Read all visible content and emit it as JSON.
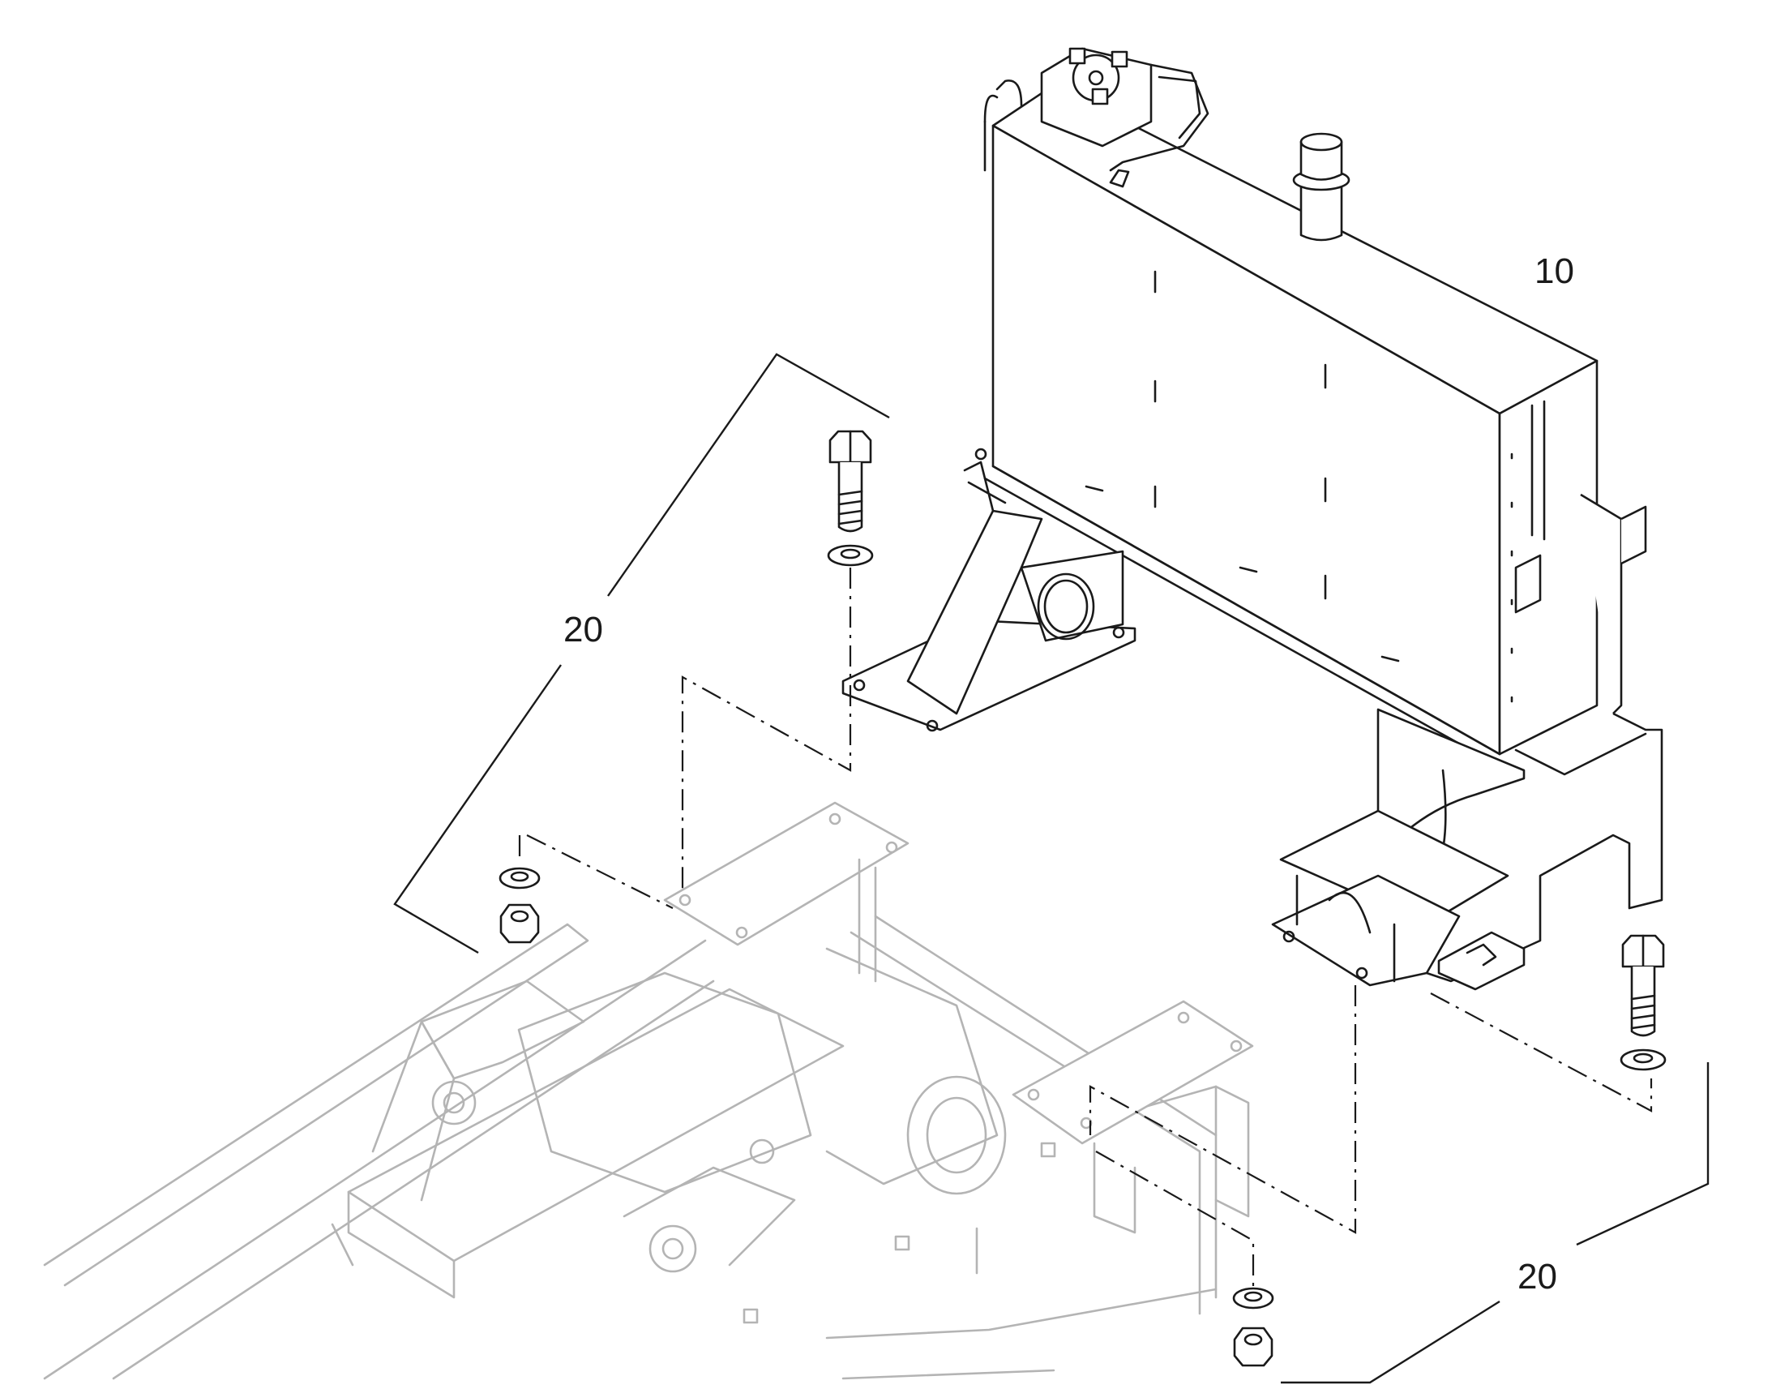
{
  "callouts": [
    {
      "id": "10",
      "text": "10"
    },
    {
      "id": "20-left",
      "text": "20"
    },
    {
      "id": "20-right",
      "text": "20"
    }
  ],
  "colors": {
    "ink": "#1a1a1a",
    "ghost": "#b4b4b4",
    "background": "#ffffff"
  }
}
